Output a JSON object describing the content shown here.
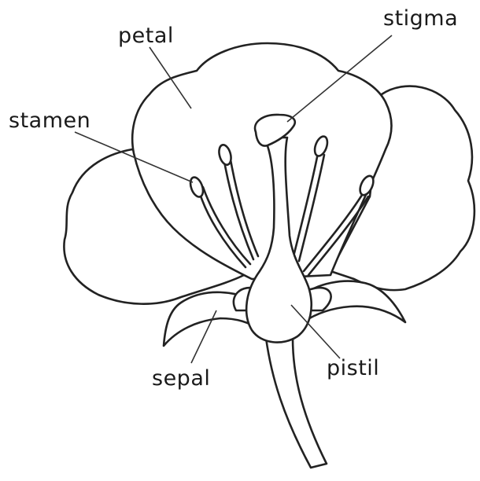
{
  "labels": {
    "petal": "petal",
    "stigma": "stigma",
    "stamen": "stamen",
    "sepal": "sepal",
    "pistil": "pistil"
  },
  "colors": {
    "line": "#222222",
    "background": "#ffffff"
  }
}
